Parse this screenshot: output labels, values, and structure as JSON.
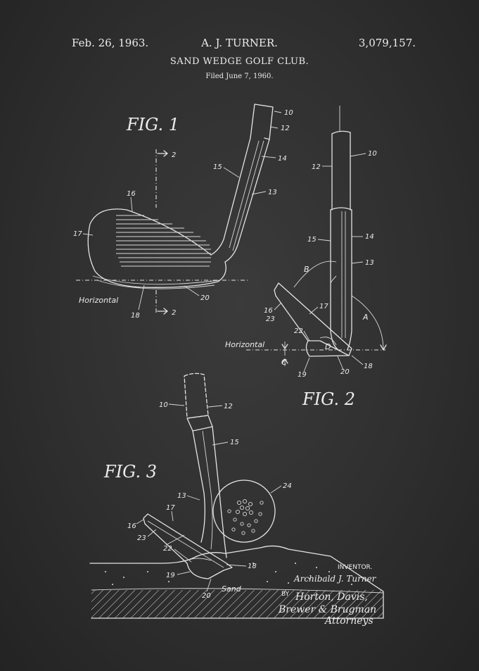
{
  "header": {
    "date": "Feb. 26, 1963.",
    "inventor": "A. J. TURNER.",
    "patent_number": "3,079,157.",
    "title": "SAND WEDGE GOLF CLUB.",
    "filed": "Filed June 7, 1960."
  },
  "figures": {
    "fig1": {
      "label": "FIG. 1",
      "section_mark": "2",
      "horizontal_label": "Horizontal",
      "numbers": [
        "10",
        "12",
        "14",
        "15",
        "13",
        "16",
        "17",
        "18",
        "20"
      ]
    },
    "fig2": {
      "label": "FIG. 2",
      "horizontal_label": "Horizontal",
      "angle_labels": [
        "A",
        "B",
        "C",
        "D"
      ],
      "numbers": [
        "10",
        "12",
        "15",
        "14",
        "13",
        "16",
        "23",
        "17",
        "22",
        "19",
        "20",
        "18"
      ]
    },
    "fig3": {
      "label": "FIG. 3",
      "sand_label": "Sand",
      "numbers": [
        "10",
        "12",
        "15",
        "13",
        "24",
        "17",
        "16",
        "23",
        "22",
        "18",
        "19",
        "20"
      ]
    }
  },
  "signature": {
    "inventor_heading": "INVENTOR.",
    "inventor_name": "Archibald J. Turner",
    "by": "BY",
    "attorney_line1": "Horton, Davis,",
    "attorney_line2": "Brewer & Brugman",
    "attorneys": "Attorneys"
  },
  "colors": {
    "background": "#2f2f2f",
    "ink": "#e8e8e8"
  }
}
